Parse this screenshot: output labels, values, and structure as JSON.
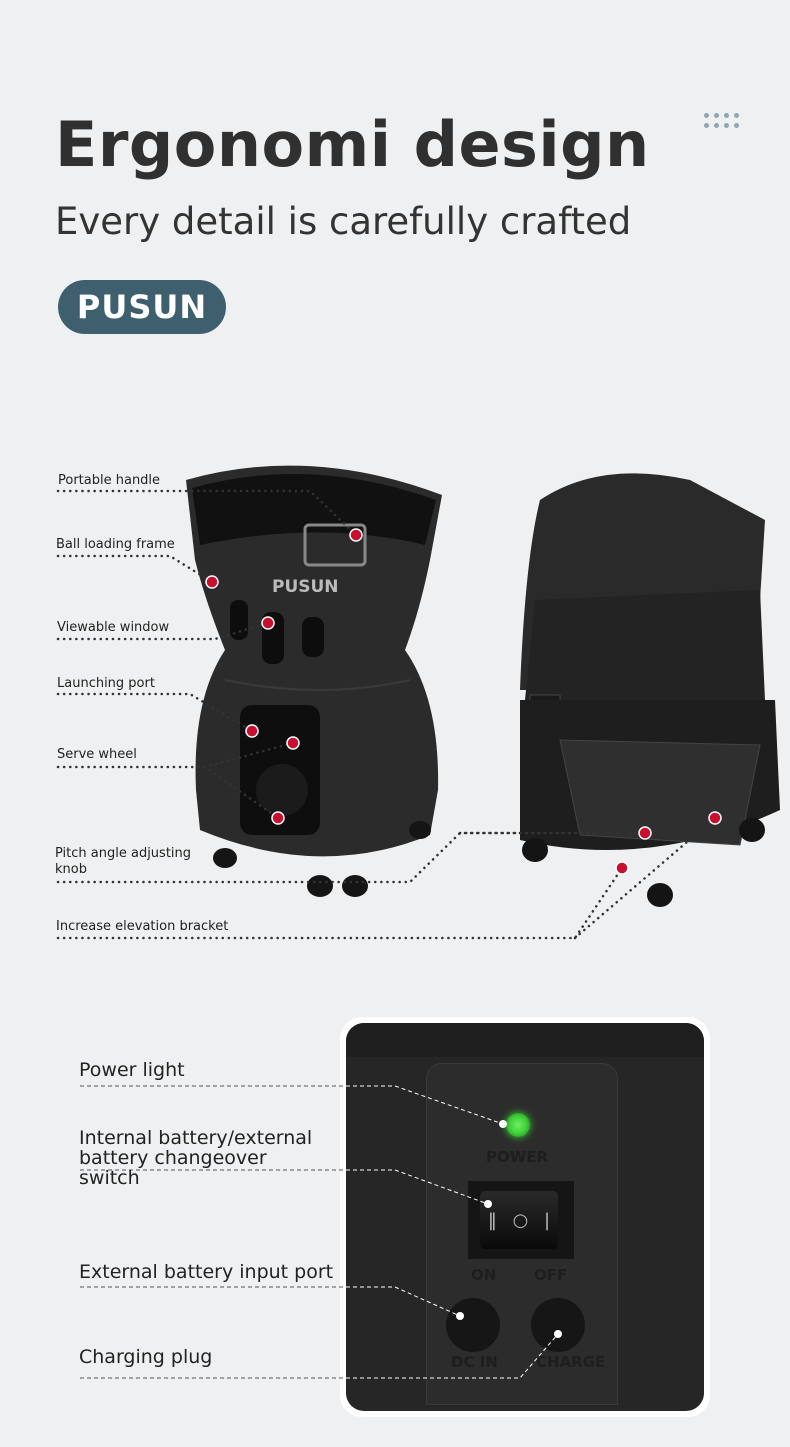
{
  "header": {
    "title": "Ergonomi design",
    "subtitle": "Every detail is carefully crafted",
    "brand_logo": "PUSUN",
    "menu_icon": "grid-dots-icon"
  },
  "product_callouts": [
    {
      "label": "Portable handle"
    },
    {
      "label": "Ball loading frame"
    },
    {
      "label": "Viewable window"
    },
    {
      "label": "Launching port"
    },
    {
      "label": "Serve wheel"
    },
    {
      "label": "Pitch angle adjusting knob"
    },
    {
      "label": "Increase elevation bracket"
    }
  ],
  "product_body_logo": "PUSUN",
  "control_panel": {
    "callouts": [
      {
        "label": "Power light"
      },
      {
        "label": "Internal battery/external battery changeover switch"
      },
      {
        "label": "External battery input port"
      },
      {
        "label": "Charging plug"
      }
    ],
    "panel_text": {
      "power": "POWER",
      "on": "ON",
      "off": "OFF",
      "dc_in": "DC IN",
      "charge": "CHARGE"
    },
    "colors": {
      "power_led": "#3fd13a",
      "marker": "#c8102e"
    }
  }
}
